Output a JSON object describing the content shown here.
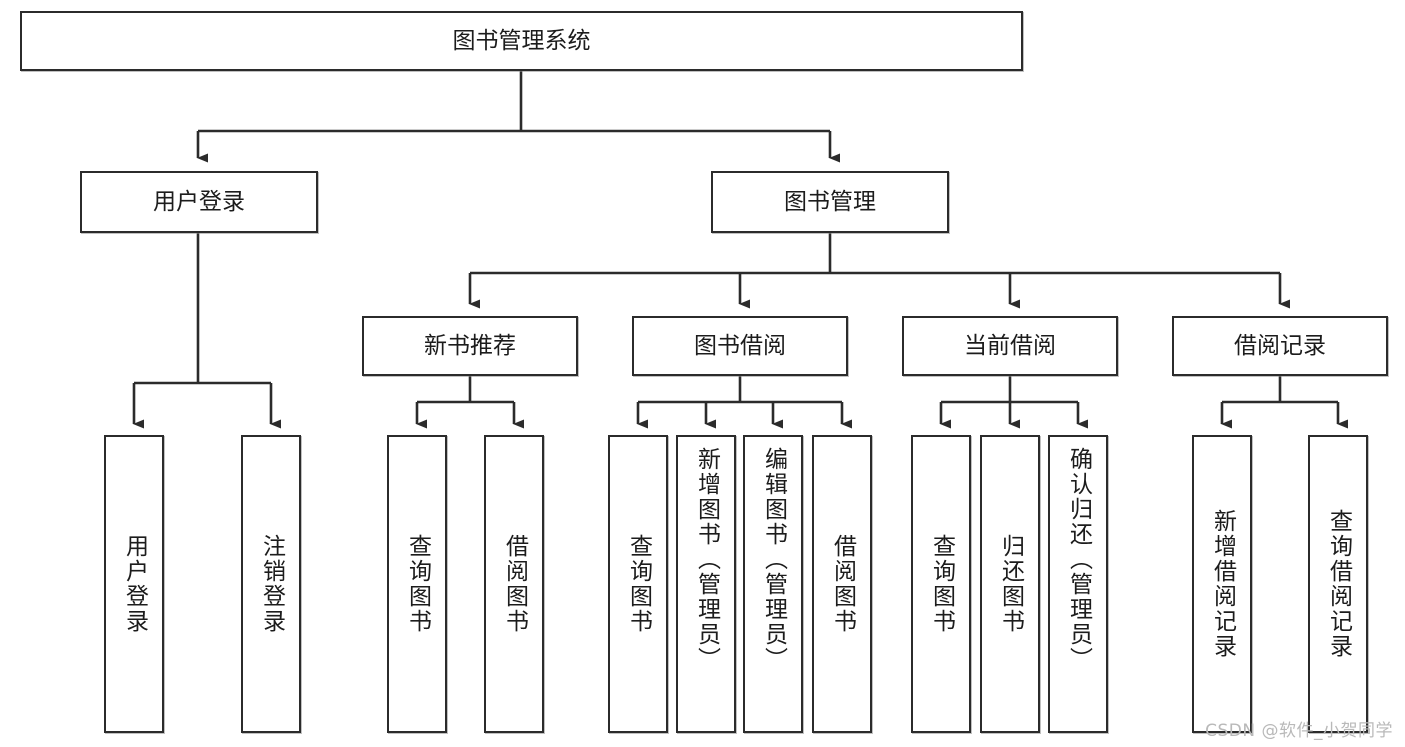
{
  "diagram": {
    "title": "图书管理系统",
    "type": "hierarchy-tree",
    "levels": 4,
    "root": {
      "id": "root",
      "label": "图书管理系统"
    },
    "level2": [
      {
        "id": "user-login",
        "label": "用户登录"
      },
      {
        "id": "book-management",
        "label": "图书管理"
      }
    ],
    "level3": [
      {
        "id": "new-book-recommend",
        "label": "新书推荐",
        "parent": "book-management"
      },
      {
        "id": "book-borrow",
        "label": "图书借阅",
        "parent": "book-management"
      },
      {
        "id": "current-borrow",
        "label": "当前借阅",
        "parent": "book-management"
      },
      {
        "id": "borrow-record",
        "label": "借阅记录",
        "parent": "book-management"
      }
    ],
    "leaves": [
      {
        "id": "leaf-user-login",
        "label": "用户登录",
        "parent": "user-login"
      },
      {
        "id": "leaf-logout-login",
        "label": "注销登录",
        "parent": "user-login"
      },
      {
        "id": "leaf-query-book-1",
        "label": "查询图书",
        "parent": "new-book-recommend"
      },
      {
        "id": "leaf-borrow-book-1",
        "label": "借阅图书",
        "parent": "new-book-recommend"
      },
      {
        "id": "leaf-query-book-2",
        "label": "查询图书",
        "parent": "book-borrow"
      },
      {
        "id": "leaf-add-book",
        "label": "新增图书（管理员）",
        "parent": "book-borrow"
      },
      {
        "id": "leaf-edit-book",
        "label": "编辑图书（管理员）",
        "parent": "book-borrow"
      },
      {
        "id": "leaf-borrow-book-2",
        "label": "借阅图书",
        "parent": "book-borrow"
      },
      {
        "id": "leaf-query-book-3",
        "label": "查询图书",
        "parent": "current-borrow"
      },
      {
        "id": "leaf-return-book",
        "label": "归还图书",
        "parent": "current-borrow"
      },
      {
        "id": "leaf-confirm-return",
        "label": "确认归还（管理员）",
        "parent": "current-borrow"
      },
      {
        "id": "leaf-add-record",
        "label": "新增借阅记录",
        "parent": "borrow-record"
      },
      {
        "id": "leaf-query-record",
        "label": "查询借阅记录",
        "parent": "borrow-record"
      }
    ]
  },
  "watermark": {
    "text": "CSDN @软件_小贺同学"
  },
  "colors": {
    "box_border": "#2b2b2b",
    "box_fill": "#ffffff",
    "text": "#1c1c1c",
    "connector": "#2b2b2b",
    "watermark": "#b9b9b9"
  }
}
